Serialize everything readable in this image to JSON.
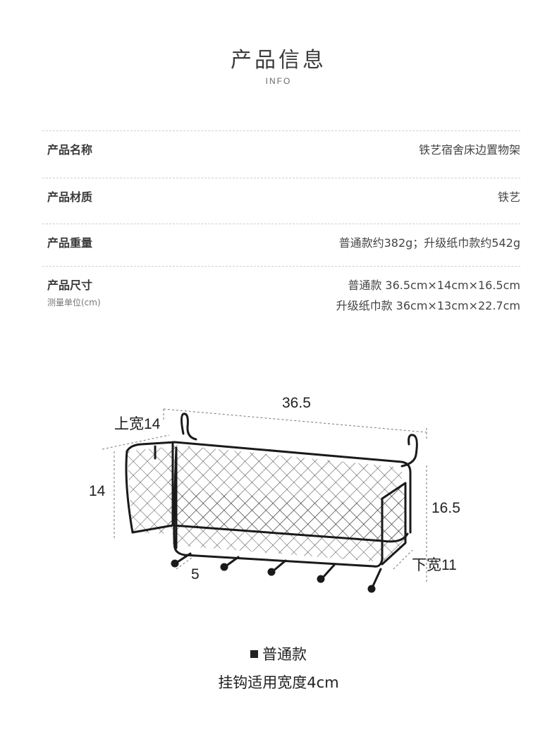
{
  "header": {
    "title": "产品信息",
    "subtitle": "INFO"
  },
  "specs": [
    {
      "label": "产品名称",
      "value": "铁艺宿舍床边置物架"
    },
    {
      "label": "产品材质",
      "value": "铁艺"
    },
    {
      "label": "产品重量",
      "value": "普通款约382g；升级纸巾款约542g"
    },
    {
      "label": "产品尺寸",
      "sublabel": "测量单位(cm)",
      "value": "普通款 36.5cm×14cm×16.5cm",
      "value2": "升级纸巾款 36cm×13cm×22.7cm"
    }
  ],
  "diagram": {
    "length": "36.5",
    "top_width": "上宽14",
    "height_left": "14",
    "height_right": "16.5",
    "bottom_width": "下宽11",
    "hook_spacing": "5"
  },
  "caption": {
    "style": "普通款",
    "note": "挂钩适用宽度4cm"
  }
}
